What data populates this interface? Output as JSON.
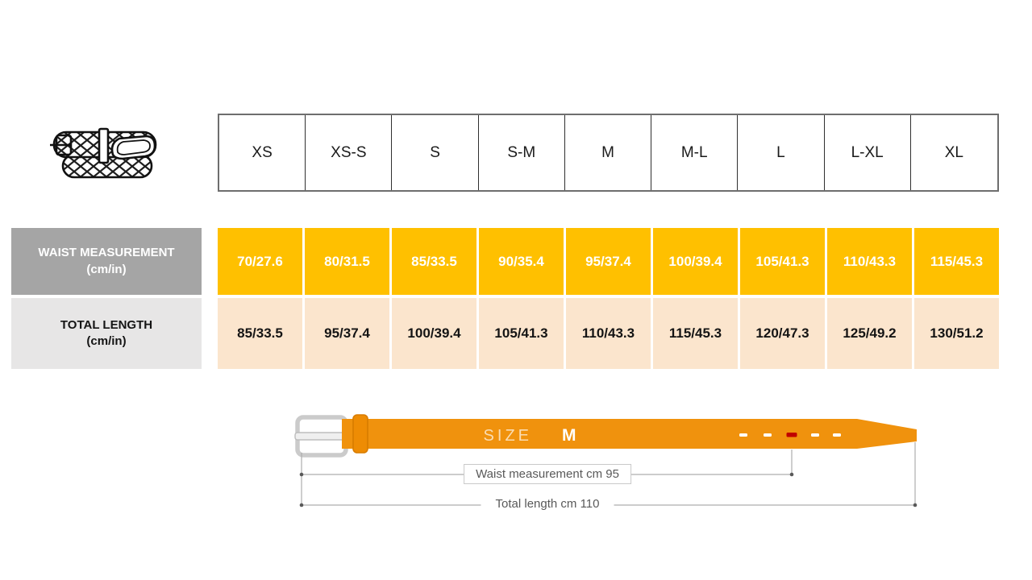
{
  "size_header": {
    "labels": [
      "XS",
      "XS-S",
      "S",
      "S-M",
      "M",
      "M-L",
      "L",
      "L-XL",
      "XL"
    ]
  },
  "waist_row": {
    "label": "WAIST MEASUREMENT",
    "label_unit": "(cm/in)",
    "values": [
      "70/27.6",
      "80/31.5",
      "85/33.5",
      "90/35.4",
      "95/37.4",
      "100/39.4",
      "105/41.3",
      "110/43.3",
      "115/45.3"
    ]
  },
  "length_row": {
    "label": "TOTAL LENGTH",
    "label_unit": "(cm/in)",
    "values": [
      "85/33.5",
      "95/37.4",
      "100/39.4",
      "105/41.3",
      "110/43.3",
      "115/45.3",
      "120/47.3",
      "125/49.2",
      "130/51.2"
    ]
  },
  "belt_diagram": {
    "size_label": "SIZE",
    "size_value": "M",
    "waist_note": "Waist measurement cm 95",
    "length_note": "Total length cm 110"
  },
  "icons": {
    "top_left": "braided-belt-illustration",
    "diagram": "flat-belt-with-buckle-and-holes"
  },
  "colors": {
    "waist_cell_bg": "#ffc000",
    "waist_cell_text": "#ffffff",
    "length_cell_bg": "#fbe5cd",
    "length_cell_text": "#141414",
    "waist_label_bg": "#a5a5a5",
    "length_label_bg": "#e7e6e6",
    "belt_orange": "#f0920d",
    "hole_highlight_red": "#c00000",
    "measure_line": "#adadad",
    "note_text": "#595959"
  }
}
